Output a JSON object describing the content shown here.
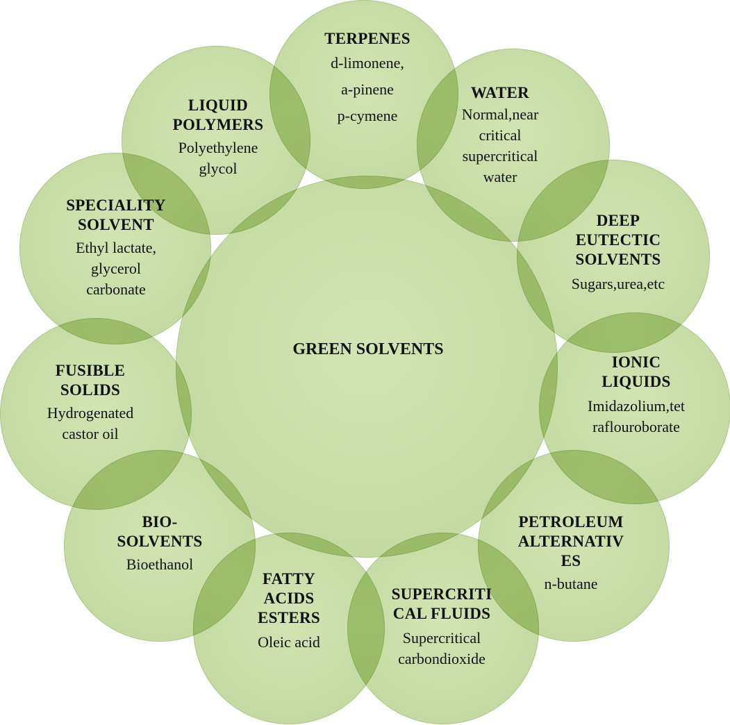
{
  "center": {
    "title": "GREEN SOLVENTS"
  },
  "nodes": [
    {
      "title": "TERPENES",
      "desc": "d-limonene,\na-pinene\np-cymene"
    },
    {
      "title": "WATER",
      "desc": "Normal,near\ncritical\nsupercritical\nwater"
    },
    {
      "title": "DEEP\nEUTECTIC\nSOLVENTS",
      "desc": "Sugars,urea,etc"
    },
    {
      "title": "IONIC\nLIQUIDS",
      "desc": "Imidazolium,tet\nraflouroborate"
    },
    {
      "title": "PETROLEUM\nALTERNATIV\nES",
      "desc": "n-butane"
    },
    {
      "title": "SUPERCRITI\nCAL FLUIDS",
      "desc": "Supercritical\ncarbondioxide"
    },
    {
      "title": "FATTY\nACIDS\nESTERS",
      "desc": "Oleic acid"
    },
    {
      "title": "BIO-\nSOLVENTS",
      "desc": "Bioethanol"
    },
    {
      "title": "FUSIBLE\nSOLIDS",
      "desc": "Hydrogenated\ncastor oil"
    },
    {
      "title": "SPECIALITY\nSOLVENT",
      "desc": "Ethyl lactate,\nglycerol\ncarbonate"
    },
    {
      "title": "LIQUID\nPOLYMERS",
      "desc": "Polyethylene\nglycol"
    }
  ]
}
